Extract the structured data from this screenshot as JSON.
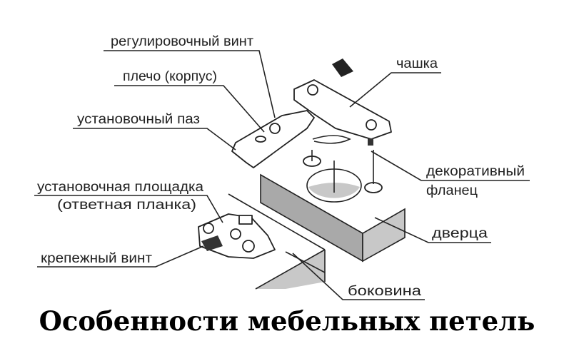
{
  "title": "Особенности мебельных петель",
  "labels": {
    "adjust_screw": "регулировочный винт",
    "arm": "плечо (корпус)",
    "mount_slot": "установочный паз",
    "cup": "чашка",
    "flange_1": "декоративный",
    "flange_2": "фланец",
    "plate_1": "установочная площадка",
    "plate_2": "(ответная планка)",
    "door": "дверца",
    "fix_screw": "крепежный винт",
    "side": "боковина"
  },
  "colors": {
    "line": "#222222",
    "shade": "#c8c8c8",
    "shade_dark": "#a9a9a9"
  }
}
